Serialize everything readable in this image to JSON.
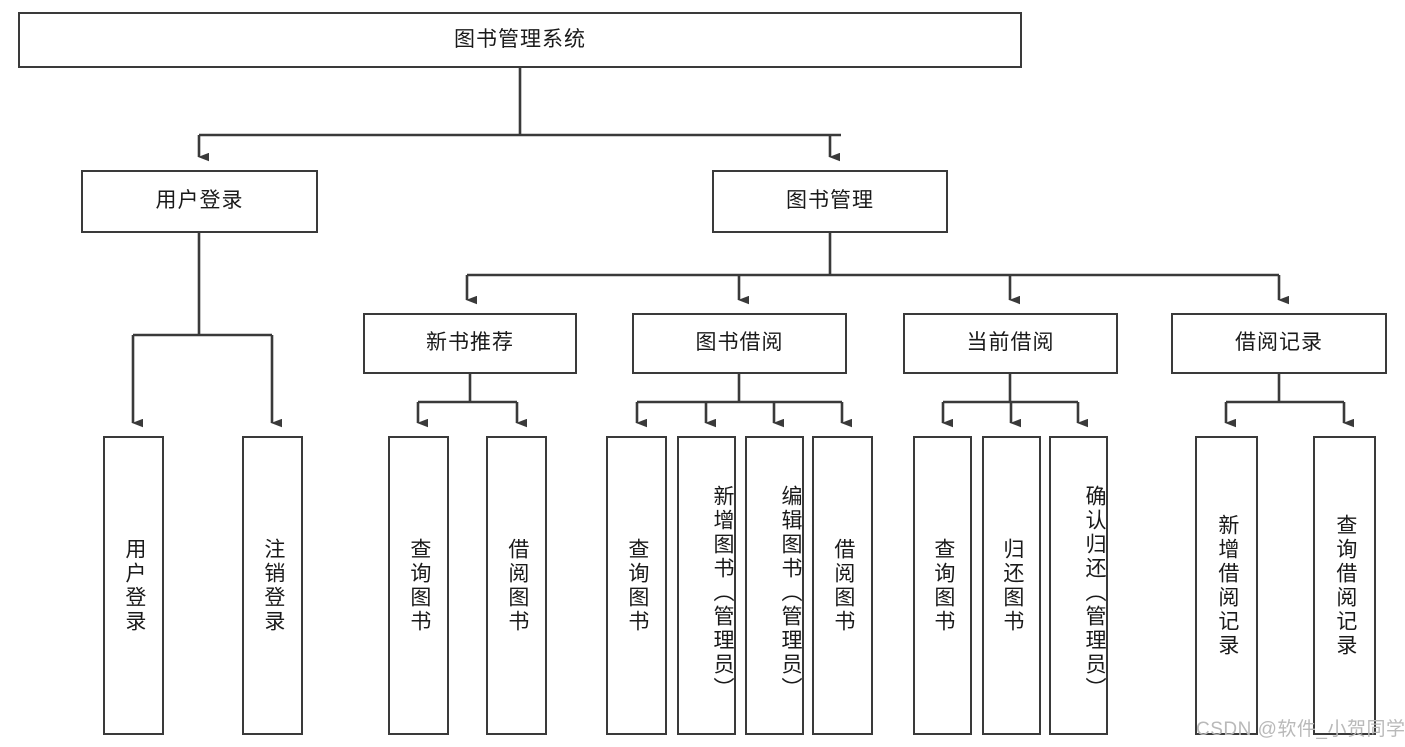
{
  "diagram": {
    "title": "图书管理系统",
    "type": "hierarchy-tree",
    "levels": 4,
    "root": {
      "id": "root",
      "label": "图书管理系统",
      "orientation": "horizontal"
    },
    "level2": [
      {
        "id": "user-login",
        "label": "用户登录",
        "orientation": "horizontal"
      },
      {
        "id": "book-manage",
        "label": "图书管理",
        "orientation": "horizontal"
      }
    ],
    "level3": [
      {
        "id": "new-book-recommend",
        "label": "新书推荐",
        "orientation": "horizontal",
        "parent": "book-manage"
      },
      {
        "id": "book-borrow",
        "label": "图书借阅",
        "orientation": "horizontal",
        "parent": "book-manage"
      },
      {
        "id": "current-borrow",
        "label": "当前借阅",
        "orientation": "horizontal",
        "parent": "book-manage"
      },
      {
        "id": "borrow-record",
        "label": "借阅记录",
        "orientation": "horizontal",
        "parent": "book-manage"
      }
    ],
    "leaves": [
      {
        "id": "leaf-user-login",
        "label": "用户登录",
        "orientation": "vertical",
        "parent": "user-login"
      },
      {
        "id": "leaf-user-logout",
        "label": "注销登录",
        "orientation": "vertical",
        "parent": "user-login"
      },
      {
        "id": "leaf-query-book-1",
        "label": "查询图书",
        "orientation": "vertical",
        "parent": "new-book-recommend"
      },
      {
        "id": "leaf-borrow-book-1",
        "label": "借阅图书",
        "orientation": "vertical",
        "parent": "new-book-recommend"
      },
      {
        "id": "leaf-query-book-2",
        "label": "查询图书",
        "orientation": "vertical",
        "parent": "book-borrow"
      },
      {
        "id": "leaf-add-book",
        "label": "新增图书（管理员）",
        "orientation": "vertical",
        "parent": "book-borrow"
      },
      {
        "id": "leaf-edit-book",
        "label": "编辑图书（管理员）",
        "orientation": "vertical",
        "parent": "book-borrow"
      },
      {
        "id": "leaf-borrow-book-2",
        "label": "借阅图书",
        "orientation": "vertical",
        "parent": "book-borrow"
      },
      {
        "id": "leaf-query-book-3",
        "label": "查询图书",
        "orientation": "vertical",
        "parent": "current-borrow"
      },
      {
        "id": "leaf-return-book",
        "label": "归还图书",
        "orientation": "vertical",
        "parent": "current-borrow"
      },
      {
        "id": "leaf-confirm-return",
        "label": "确认归还（管理员）",
        "orientation": "vertical",
        "parent": "current-borrow"
      },
      {
        "id": "leaf-add-record",
        "label": "新增借阅记录",
        "orientation": "vertical",
        "parent": "borrow-record"
      },
      {
        "id": "leaf-query-record",
        "label": "查询借阅记录",
        "orientation": "vertical",
        "parent": "borrow-record"
      }
    ],
    "colors": {
      "stroke": "#3a3a3a",
      "text": "#1a1a1a",
      "background": "#ffffff",
      "watermark": "#b9b9b9"
    }
  },
  "watermark": {
    "text": "CSDN @软件_小贺同学"
  }
}
